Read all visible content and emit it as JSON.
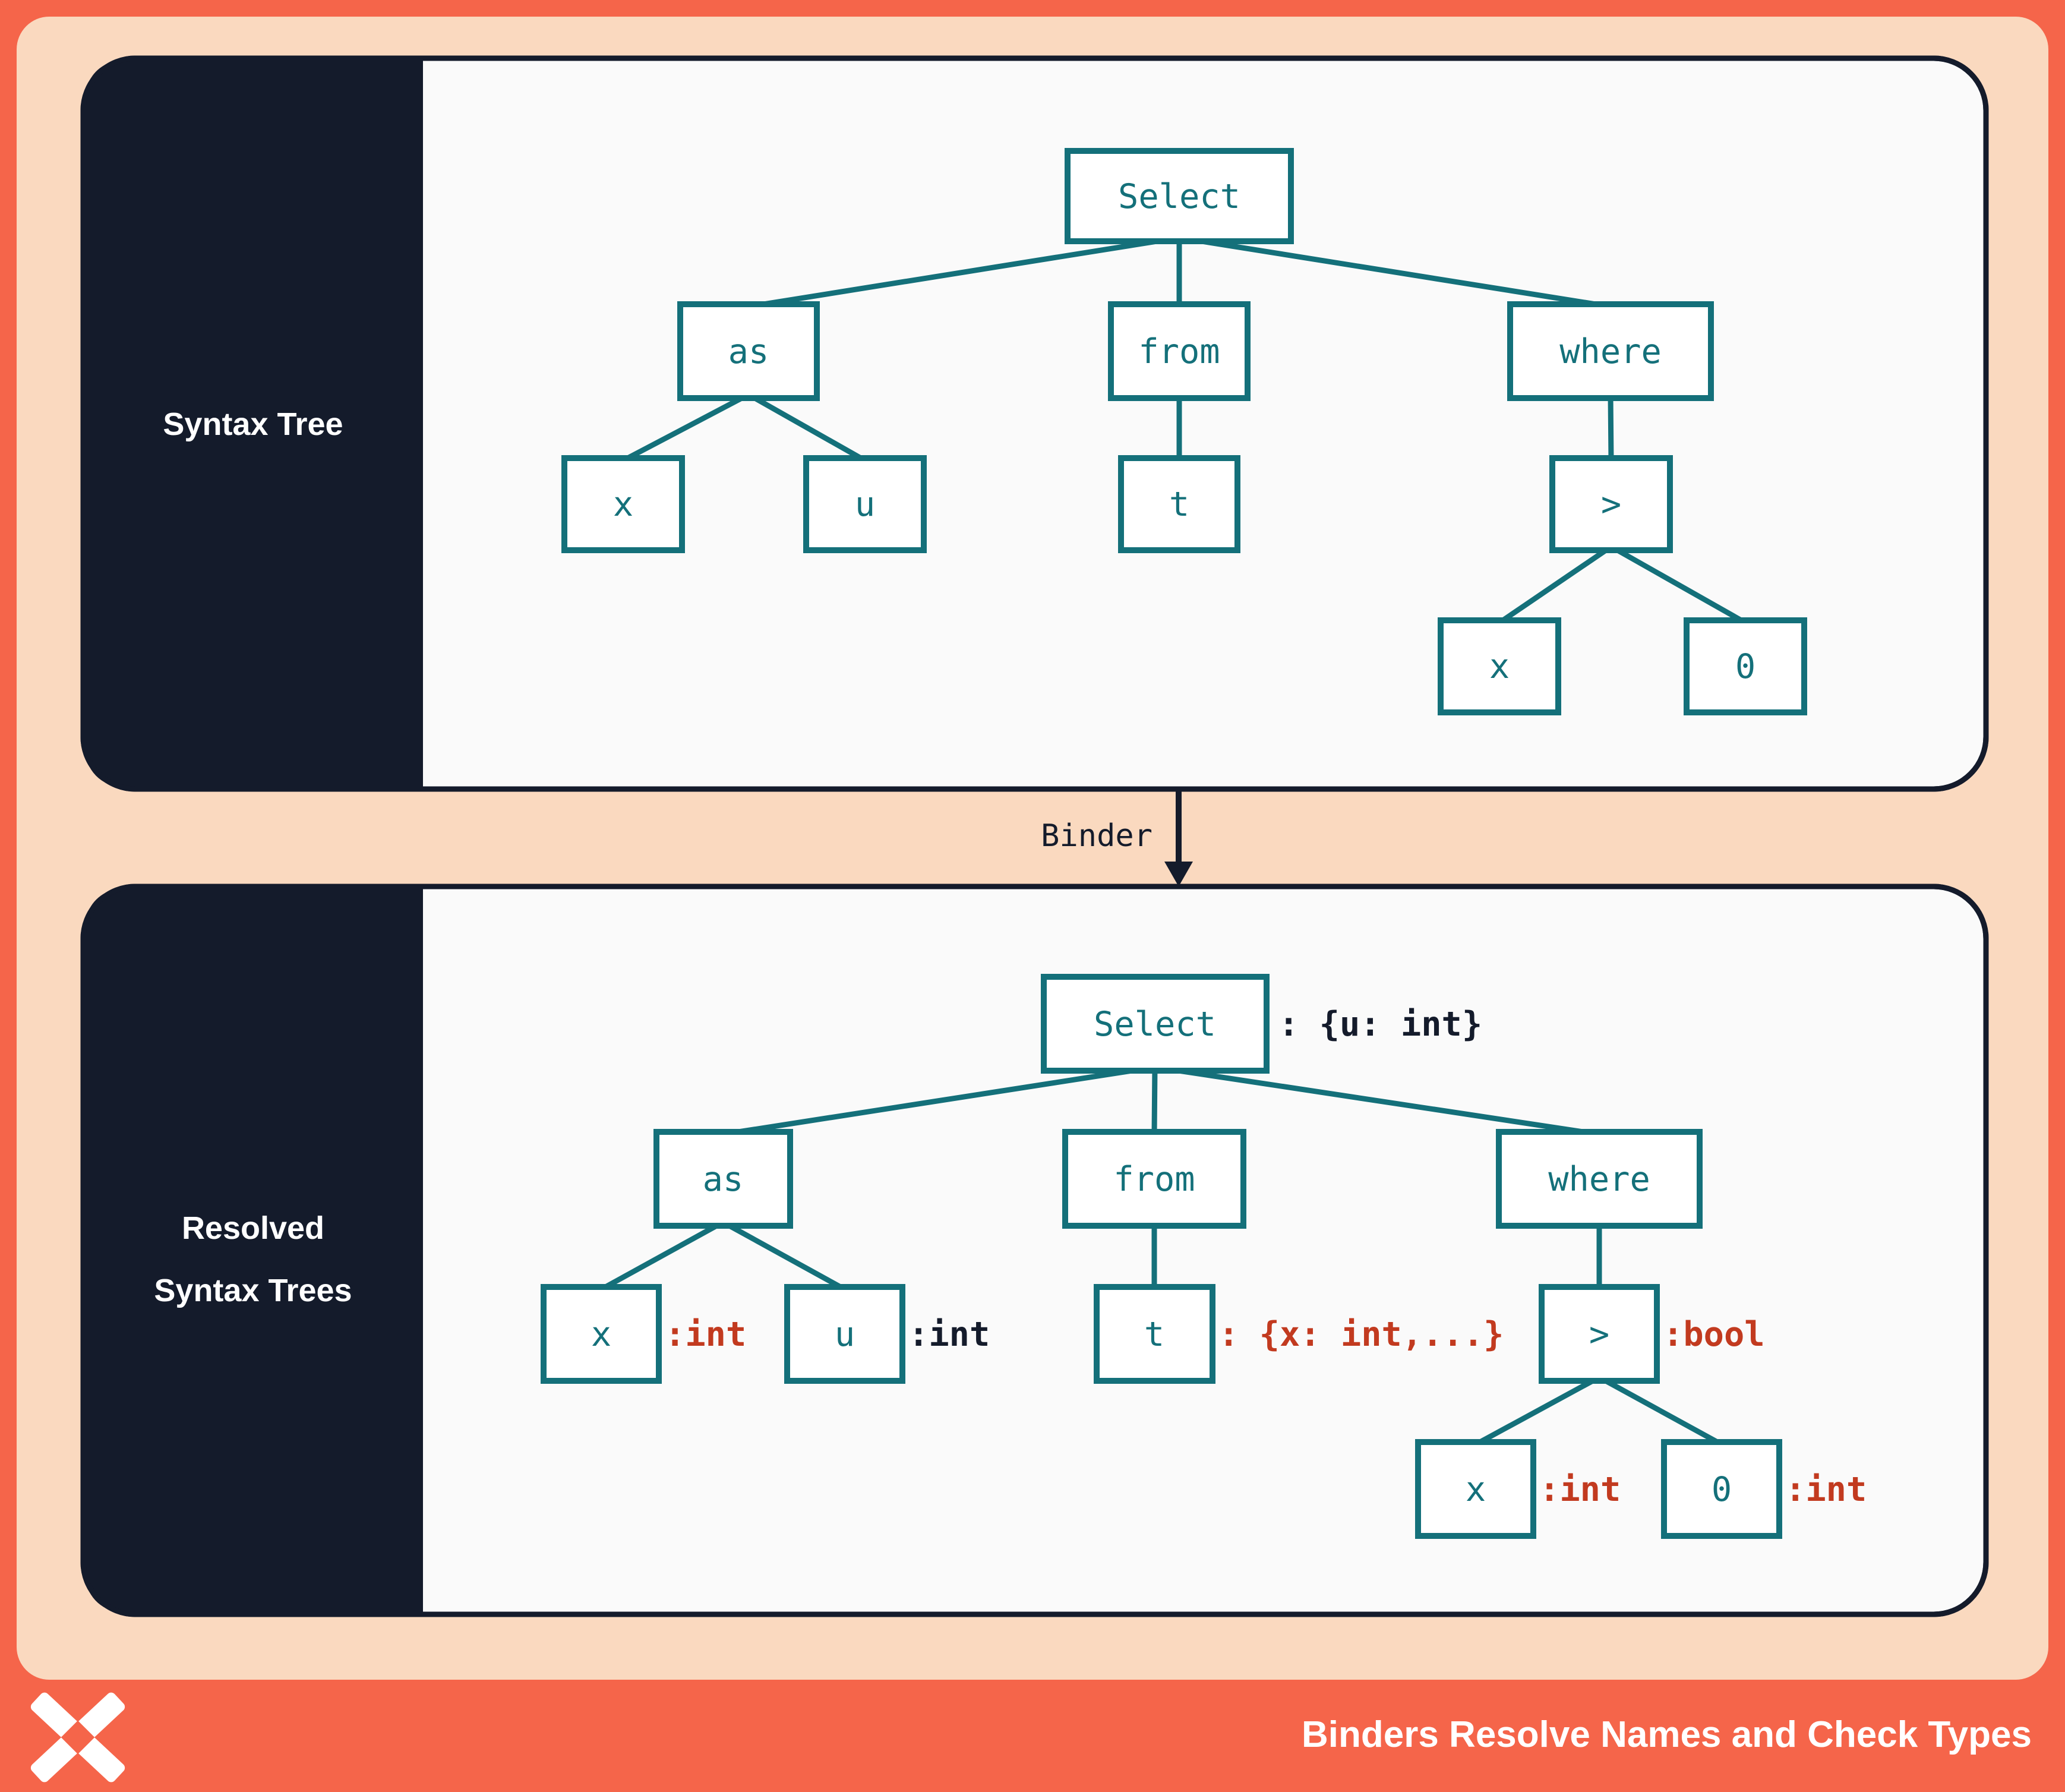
{
  "colors": {
    "coral": "#F5654A",
    "peach": "#FAD9BF",
    "navy": "#141B2B",
    "teal": "#14707A",
    "red": "#C23A1F",
    "panel_background": "#FAFAFA",
    "white": "#FFFFFF"
  },
  "top_panel": {
    "sidebar_label": "Syntax Tree",
    "nodes": {
      "select": "Select",
      "as": "as",
      "from": "from",
      "where": "where",
      "x1": "x",
      "u": "u",
      "t": "t",
      "gt": ">",
      "x2": "x",
      "zero": "0"
    }
  },
  "binder": {
    "label": "Binder"
  },
  "bottom_panel": {
    "sidebar_label_line1": "Resolved",
    "sidebar_label_line2": "Syntax Trees",
    "nodes": {
      "select": "Select",
      "as": "as",
      "from": "from",
      "where": "where",
      "x1": "x",
      "u": "u",
      "t": "t",
      "gt": ">",
      "x2": "x",
      "zero": "0"
    },
    "annotations": {
      "select": ": {u: int}",
      "x1": ":int",
      "u": ":int",
      "t": ": {x: int,...}",
      "gt": ":bool",
      "x2": ":int",
      "zero": ":int"
    }
  },
  "footer": {
    "title": "Binders Resolve Names and Check Types",
    "logo": "x-cross-logo"
  }
}
